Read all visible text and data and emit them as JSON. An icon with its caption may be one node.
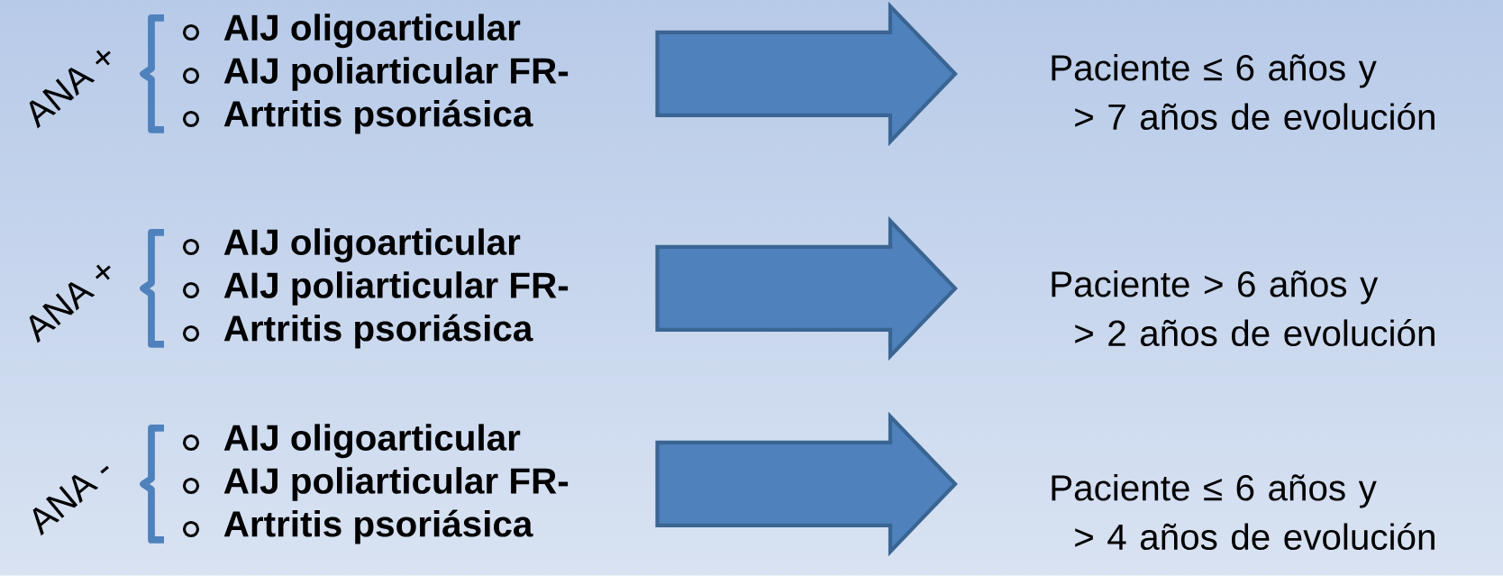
{
  "diagram": {
    "nodes": [
      {
        "text": [
          "AIJ oligoarticular",
          "AIJ poliarticular FR-",
          "Artritis psoriásica"
        ],
        "beside": [
          "ANA +"
        ]
      },
      {
        "text": [
          "Paciente ≤ 6 años y > 7 años de evolución"
        ]
      },
      {
        "text": [
          "AIJ oligoarticular",
          "AIJ poliarticular FR-",
          "Artritis psoriásica"
        ],
        "beside": [
          "ANA +"
        ]
      },
      {
        "text": [
          "Paciente > 6 años y > 2 años de evolución"
        ]
      },
      {
        "text": [
          "AIJ oligoarticular",
          "AIJ poliarticular FR-",
          "Artritis psoriásica"
        ],
        "beside": [
          "ANA -"
        ]
      },
      {
        "text": [
          "Paciente ≤ 6 años y > 4 años de evolución"
        ]
      }
    ],
    "edges": [
      {
        "from": 0,
        "to": 1,
        "arrow": "to"
      },
      {
        "from": 2,
        "to": 3,
        "arrow": "to"
      },
      {
        "from": 4,
        "to": 5,
        "arrow": "to"
      }
    ]
  }
}
